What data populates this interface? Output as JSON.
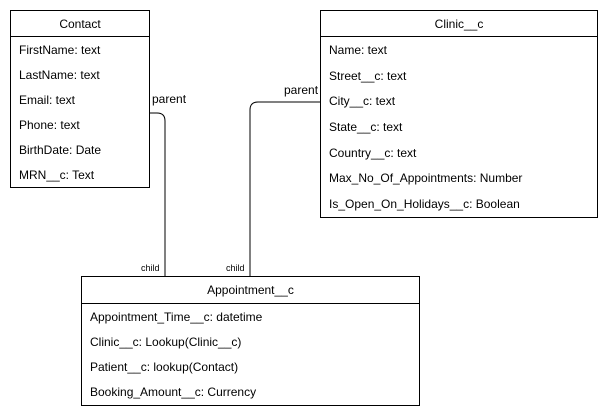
{
  "diagram": {
    "entities": [
      {
        "name": "Contact",
        "fields": [
          "FirstName: text",
          "LastName: text",
          "Email: text",
          "Phone: text",
          "BirthDate: Date",
          "MRN__c: Text"
        ]
      },
      {
        "name": "Clinic__c",
        "fields": [
          "Name: text",
          "Street__c: text",
          "City__c: text",
          "State__c: text",
          "Country__c: text",
          "Max_No_Of_Appointments: Number",
          "Is_Open_On_Holidays__c: Boolean"
        ]
      },
      {
        "name": "Appointment__c",
        "fields": [
          "Appointment_Time__c: datetime",
          "Clinic__c: Lookup(Clinic__c)",
          "Patient__c: lookup(Contact)",
          "Booking_Amount__c: Currency"
        ]
      }
    ],
    "relationships": [
      {
        "from": "Contact",
        "to": "Appointment__c",
        "parent_label": "parent",
        "child_label": "child"
      },
      {
        "from": "Clinic__c",
        "to": "Appointment__c",
        "parent_label": "parent",
        "child_label": "child"
      }
    ],
    "colors": {
      "line": "#000000",
      "background": "#ffffff",
      "text": "#000000"
    }
  }
}
